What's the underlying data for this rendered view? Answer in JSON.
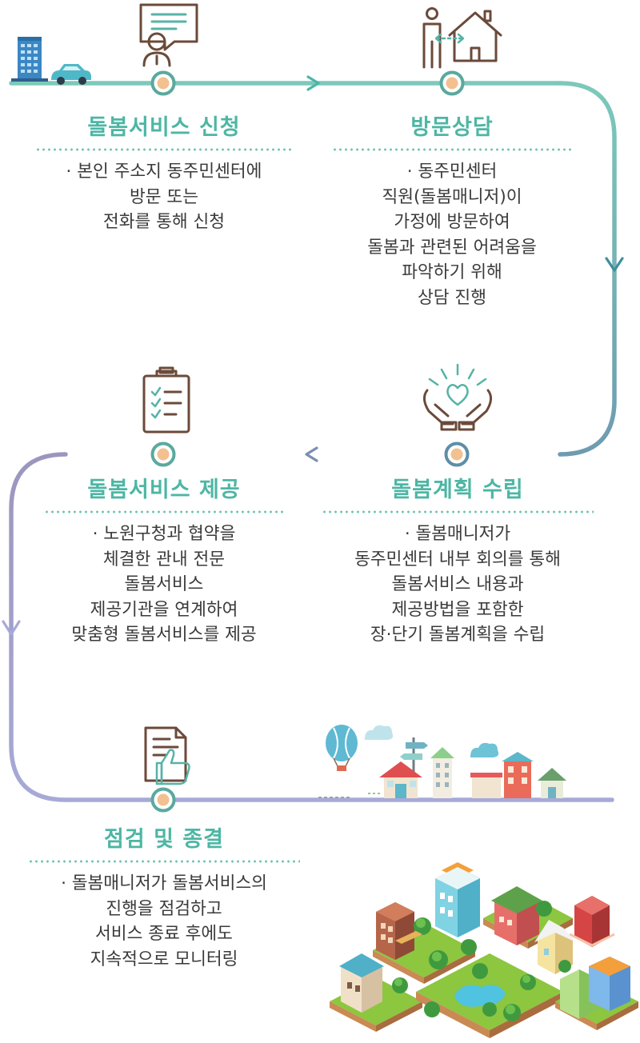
{
  "colors": {
    "teal": "#4db6a4",
    "path_teal": "#7cc9bb",
    "path_blue": "#6f9bb0",
    "path_purple": "#9b96be",
    "path_lavender": "#a7aad6",
    "node_fill": "#f3c08f",
    "icon_stroke": "#6b4a3a",
    "text": "#3a3a3a"
  },
  "steps": [
    {
      "title": "돌봄서비스 신청",
      "lines": [
        "· 본인 주소지 동주민센터에",
        "방문 또는",
        "전화를 통해 신청"
      ],
      "icon": "consultation-speech-icon"
    },
    {
      "title": "방문상담",
      "lines": [
        "· 동주민센터",
        "직원(돌봄매니저)이",
        "가정에 방문하여",
        "돌봄과 관련된 어려움을",
        "파악하기 위해",
        "상담 진행"
      ],
      "icon": "home-visit-icon"
    },
    {
      "title": "돌봄계획 수립",
      "lines": [
        "· 돌봄매니저가",
        "동주민센터 내부 회의를 통해",
        "돌봄서비스 내용과",
        "제공방법을 포함한",
        "장·단기 돌봄계획을 수립"
      ],
      "icon": "caring-hands-heart-icon"
    },
    {
      "title": "돌봄서비스 제공",
      "lines": [
        "· 노원구청과 협약을",
        "체결한 관내 전문",
        "돌봄서비스",
        "제공기관을 연계하여",
        "맞춤형 돌봄서비스를 제공"
      ],
      "icon": "checklist-clipboard-icon"
    },
    {
      "title": "점검 및 종결",
      "lines": [
        "· 돌봄매니저가 돌봄서비스의",
        "진행을 점검하고",
        "서비스 종료 후에도",
        "지속적으로 모니터링"
      ],
      "icon": "document-thumbs-up-icon"
    }
  ]
}
